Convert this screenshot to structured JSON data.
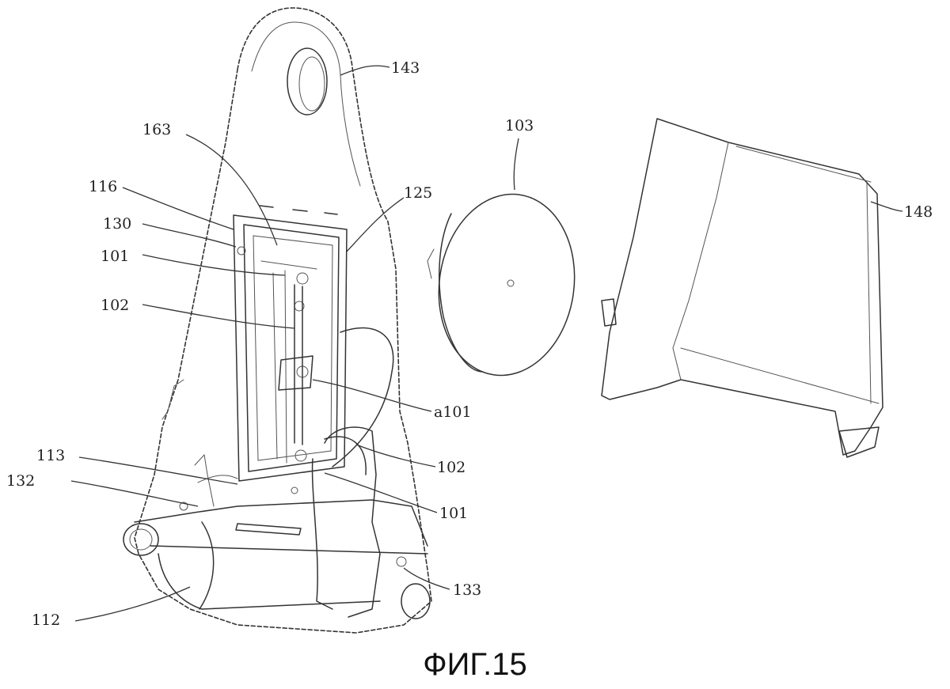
{
  "figure": {
    "caption": "ФИГ.15",
    "labels": {
      "l143": "143",
      "l163": "163",
      "l103": "103",
      "l116": "116",
      "l125": "125",
      "l148": "148",
      "l130": "130",
      "l101_top": "101",
      "l102_top": "102",
      "la101": "a101",
      "l113": "113",
      "l102_bottom": "102",
      "l132": "132",
      "l101_bottom": "101",
      "l133": "133",
      "l112": "112"
    }
  },
  "colors": {
    "line": "#333333",
    "background": "#ffffff"
  }
}
